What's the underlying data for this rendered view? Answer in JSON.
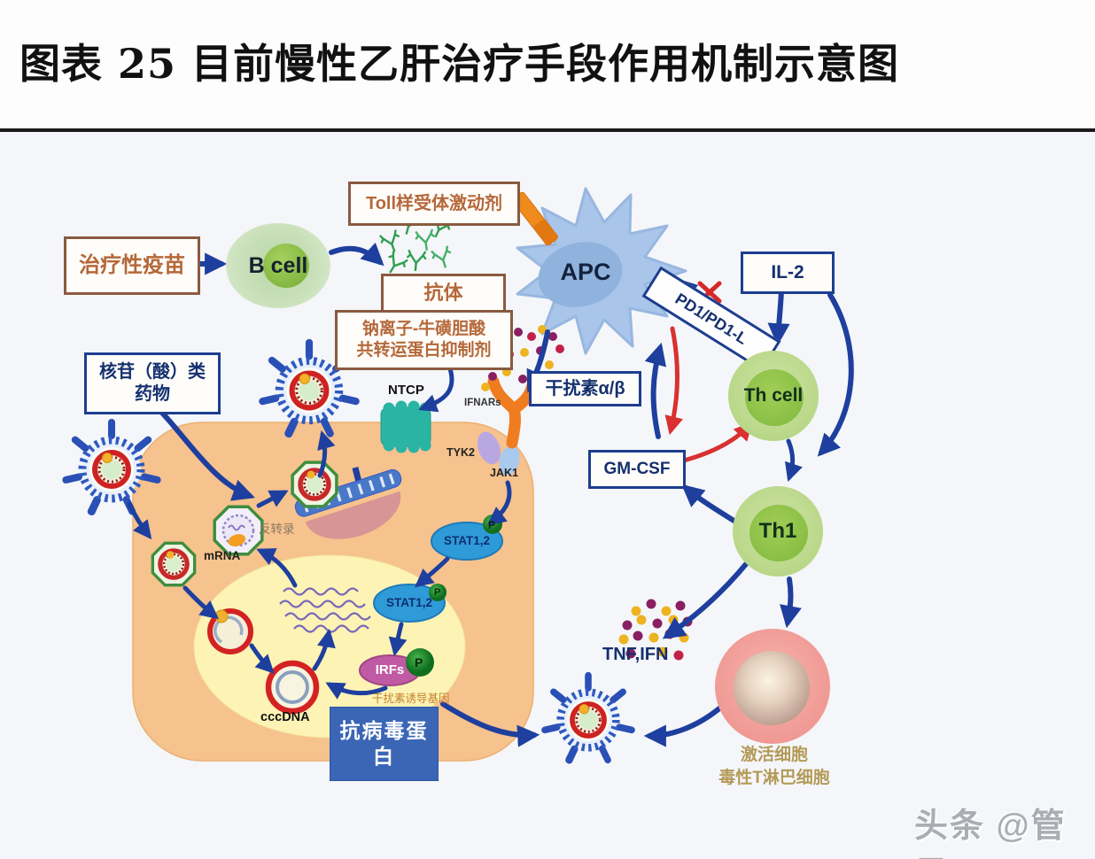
{
  "title": "图表 25 目前慢性乙肝治疗手段作用机制示意图",
  "watermark": "头条 @管是",
  "boxes": {
    "vaccine": "治疗性疫苗",
    "toll": "Toll样受体激动剂",
    "antibody": "抗体",
    "ntcp_inhibitor_line1": "钠离子-牛磺胆酸",
    "ntcp_inhibitor_line2": "共转运蛋白抑制剂",
    "nucleoside_line1": "核苷（酸）类",
    "nucleoside_line2": "药物",
    "interferon_ab": "干扰素α/β",
    "il2": "IL-2",
    "gmcsf": "GM-CSF",
    "pd1": "PD1/PD1-L",
    "antiviral_protein": "抗病毒蛋白"
  },
  "cells": {
    "b_cell": "B cell",
    "apc": "APC",
    "th_cell": "Th cell",
    "th1": "Th1",
    "ctl_line1": "激活细胞",
    "ctl_line2": "毒性T淋巴细胞"
  },
  "labels": {
    "ntcp": "NTCP",
    "ifnars": "IFNARs",
    "tyk2": "TYK2",
    "jak1": "JAK1",
    "stat12_cytoplasm": "STAT1,2",
    "stat12_nucleus": "STAT1,2",
    "irfs": "IRFs",
    "phospho": "P",
    "mrna": "mRNA",
    "reverse_transcriptase": "反转录",
    "cccdna": "cccDNA",
    "ifn_induced_genes": "干扰素诱导基因",
    "tnf_ifn": "TNF,IFN"
  },
  "colors": {
    "arrow_blue": "#1e3f9e",
    "arrow_red": "#d93030",
    "tan_box_border": "#8a5a40",
    "tan_box_text": "#b5683a",
    "blue_box_border": "#1d3e8f",
    "blue_box_text": "#15306e",
    "antiviral_box_bg": "#3a66b5",
    "hepatocyte": "#f6c28e",
    "nucleus": "#fcf3b5"
  }
}
